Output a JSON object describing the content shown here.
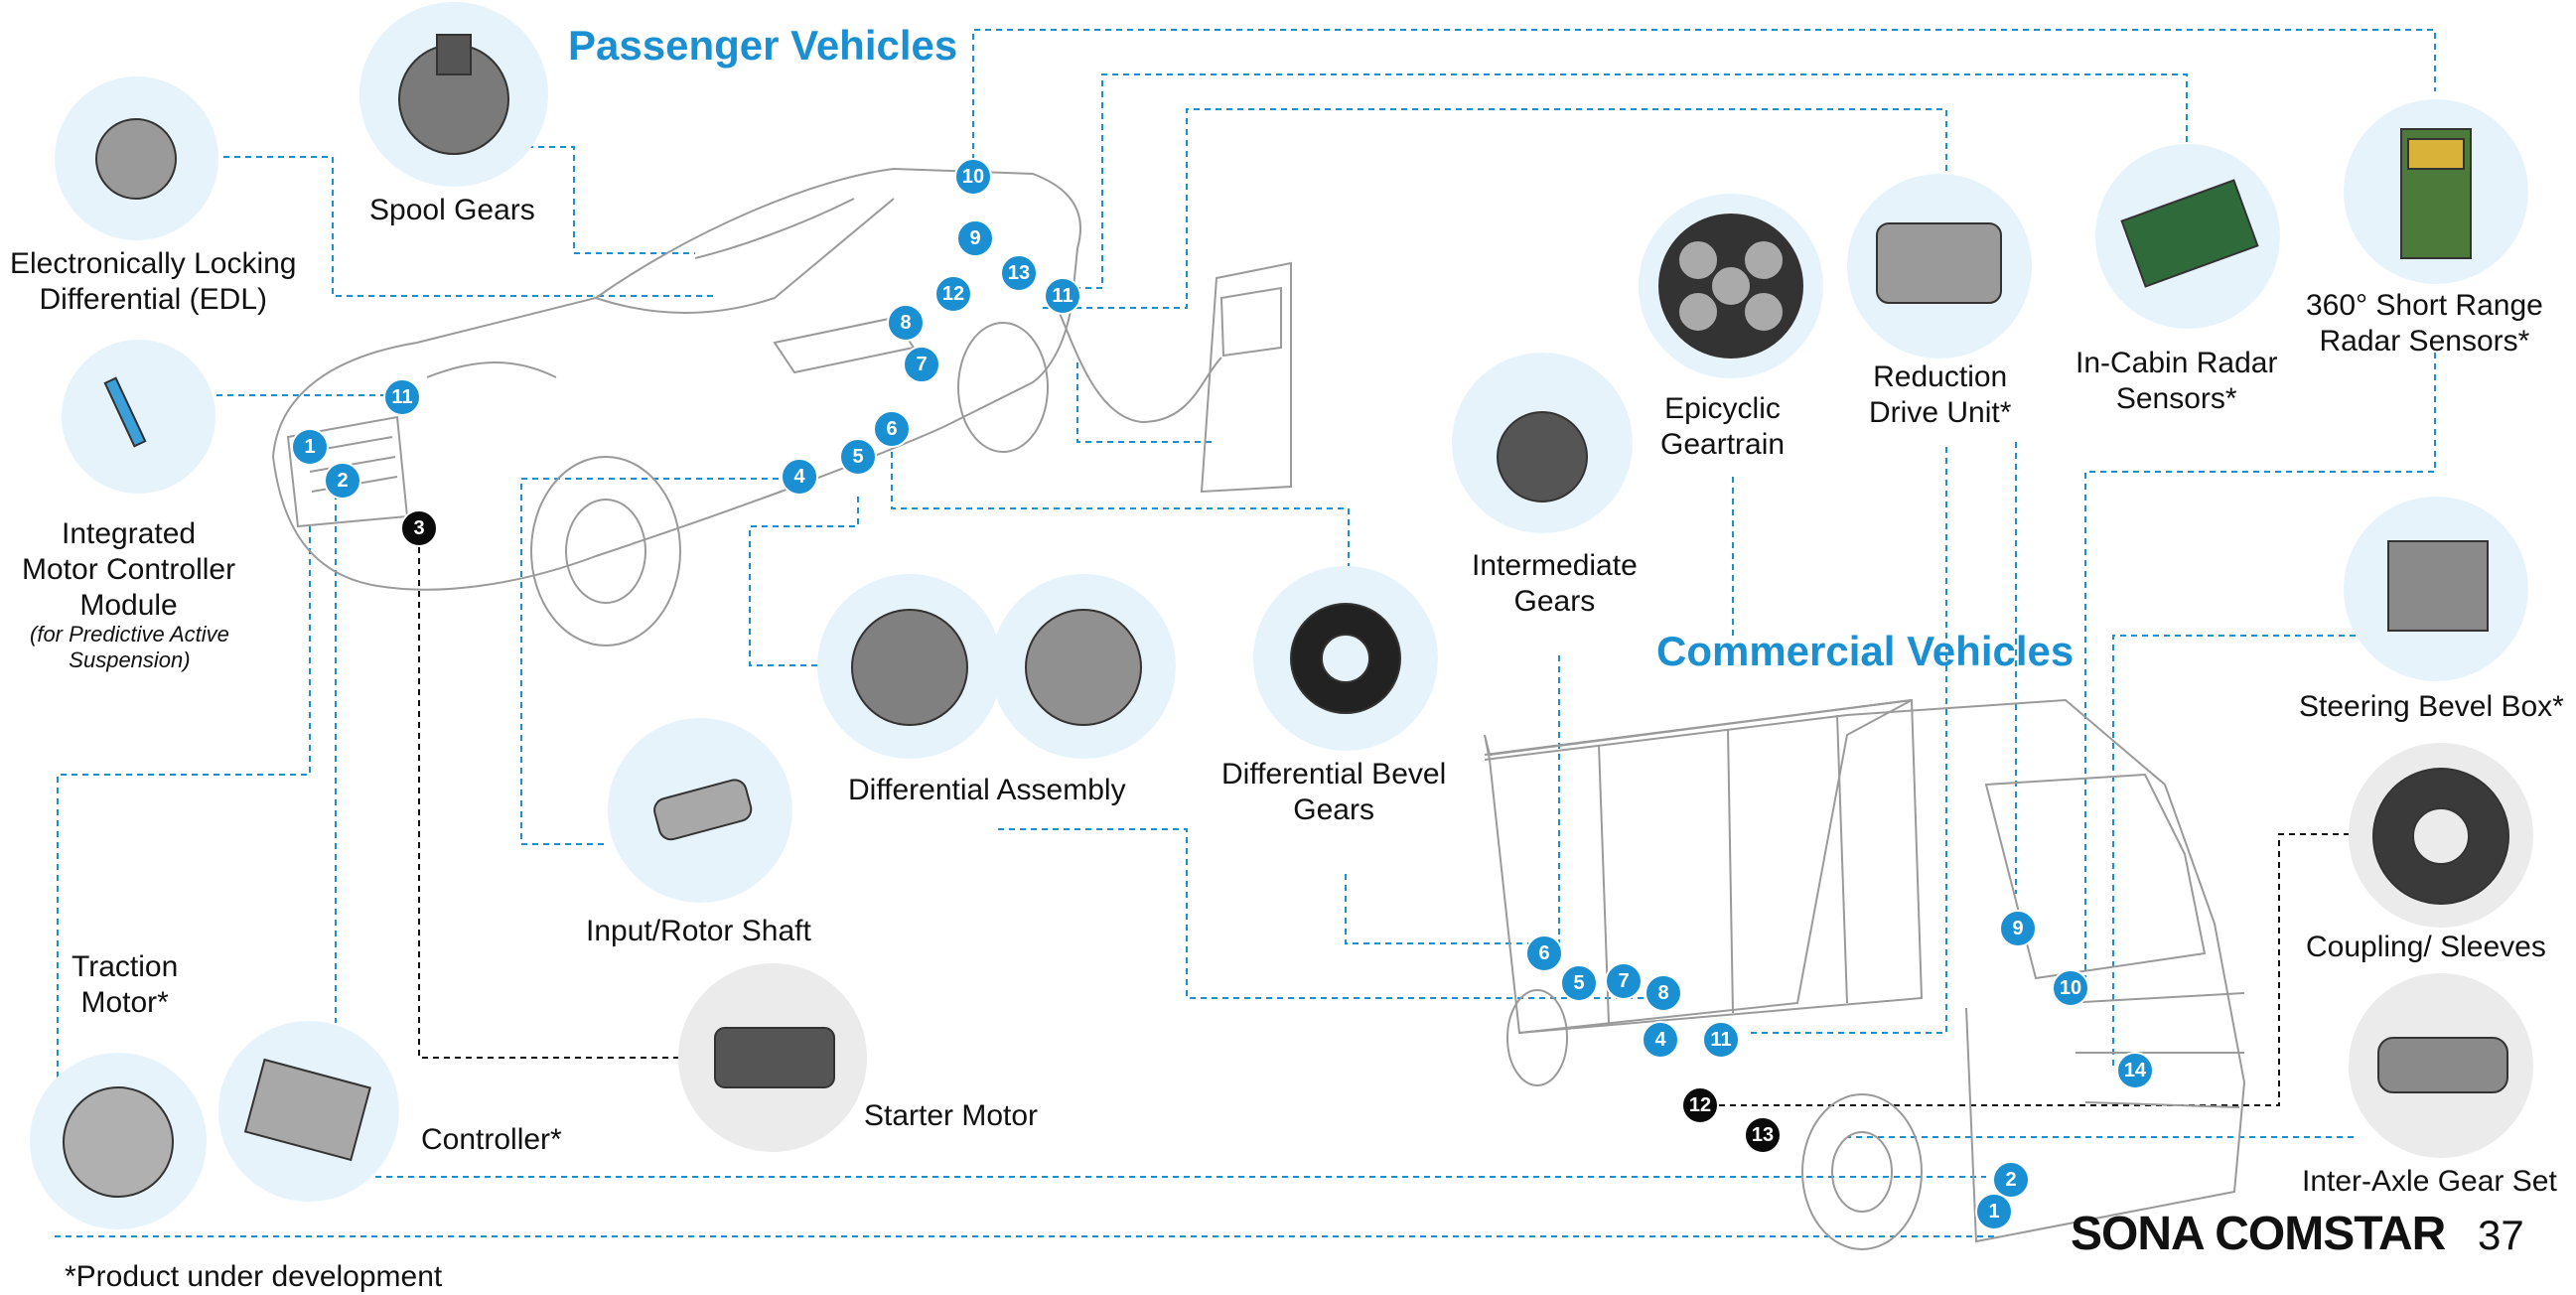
{
  "headings": {
    "passenger": "Passenger Vehicles",
    "commercial": "Commercial Vehicles"
  },
  "products": {
    "spool": "Spool Gears",
    "edl": "Electronically Locking\nDifferential (EDL)",
    "imcm": "Integrated\nMotor Controller\nModule",
    "imcm_note": "(for Predictive Active\nSuspension)",
    "traction": "Traction\nMotor*",
    "controller": "Controller*",
    "input_shaft": "Input/Rotor Shaft",
    "diff_assembly": "Differential Assembly",
    "starter": "Starter Motor",
    "diff_bevel": "Differential Bevel\nGears",
    "intermediate": "Intermediate\nGears",
    "epicyclic": "Epicyclic\nGeartrain",
    "reduction": "Reduction\nDrive Unit*",
    "radar_cabin": "In-Cabin Radar\nSensors*",
    "radar_360": "360° Short Range\nRadar Sensors*",
    "steering": "Steering Bevel Box*",
    "coupling": "Coupling/ Sleeves",
    "inter_axle": "Inter-Axle Gear Set"
  },
  "footnote": "*Product under development",
  "brand": "SONA COMSTAR",
  "page_number": "37",
  "car_badges": [
    "10",
    "9",
    "13",
    "12",
    "11",
    "8",
    "7",
    "6",
    "5",
    "4",
    "11",
    "1",
    "2",
    "3"
  ],
  "truck_badges": [
    "9",
    "6",
    "5",
    "7",
    "8",
    "10",
    "4",
    "11",
    "14",
    "12",
    "13",
    "2",
    "1"
  ],
  "colors": {
    "accent": "#1a8fd1",
    "badge_dark": "#0a0a0a",
    "product_bg": "#e6f3fb",
    "gray_bg": "#ebebeb"
  }
}
